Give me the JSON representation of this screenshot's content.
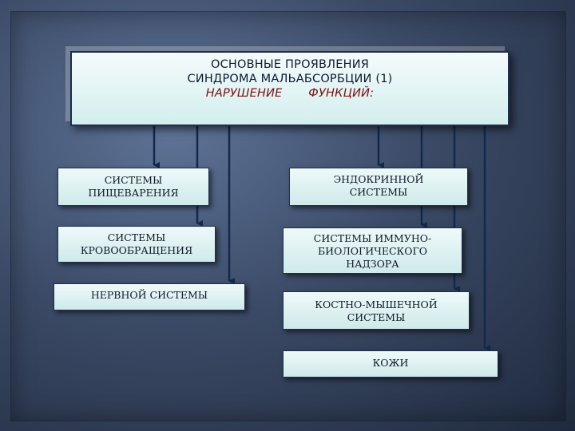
{
  "header": {
    "line1": "ОСНОВНЫЕ ПРОЯВЛЕНИЯ",
    "line2": "СИНДРОМА МАЛЬАБСОРБЦИИ (1)",
    "line3": "НАРУШЕНИЕ ФУНКЦИЙ:"
  },
  "boxes": {
    "digestive": [
      "СИСТЕМЫ",
      "ПИЩЕВАРЕНИЯ"
    ],
    "circulation": [
      "СИСТЕМЫ",
      "КРОВООБРАЩЕНИЯ"
    ],
    "nervous": [
      "НЕРВНОЙ СИСТЕМЫ"
    ],
    "endocrine": [
      "ЭНДОКРИННОЙ",
      "СИСТЕМЫ"
    ],
    "immune": [
      "СИСТЕМЫ ИММУНО-",
      "БИОЛОГИЧЕСКОГО",
      "НАДЗОРА"
    ],
    "musculoskeletal": [
      "КОСТНО-МЫШЕЧНОЙ",
      "СИСТЕМЫ"
    ],
    "skin": [
      "КОЖИ"
    ]
  },
  "colors": {
    "box_fill": "#d6eeee",
    "border": "#1d2f4f",
    "arrow": "#12294d",
    "header_accent": "#7a1010"
  }
}
